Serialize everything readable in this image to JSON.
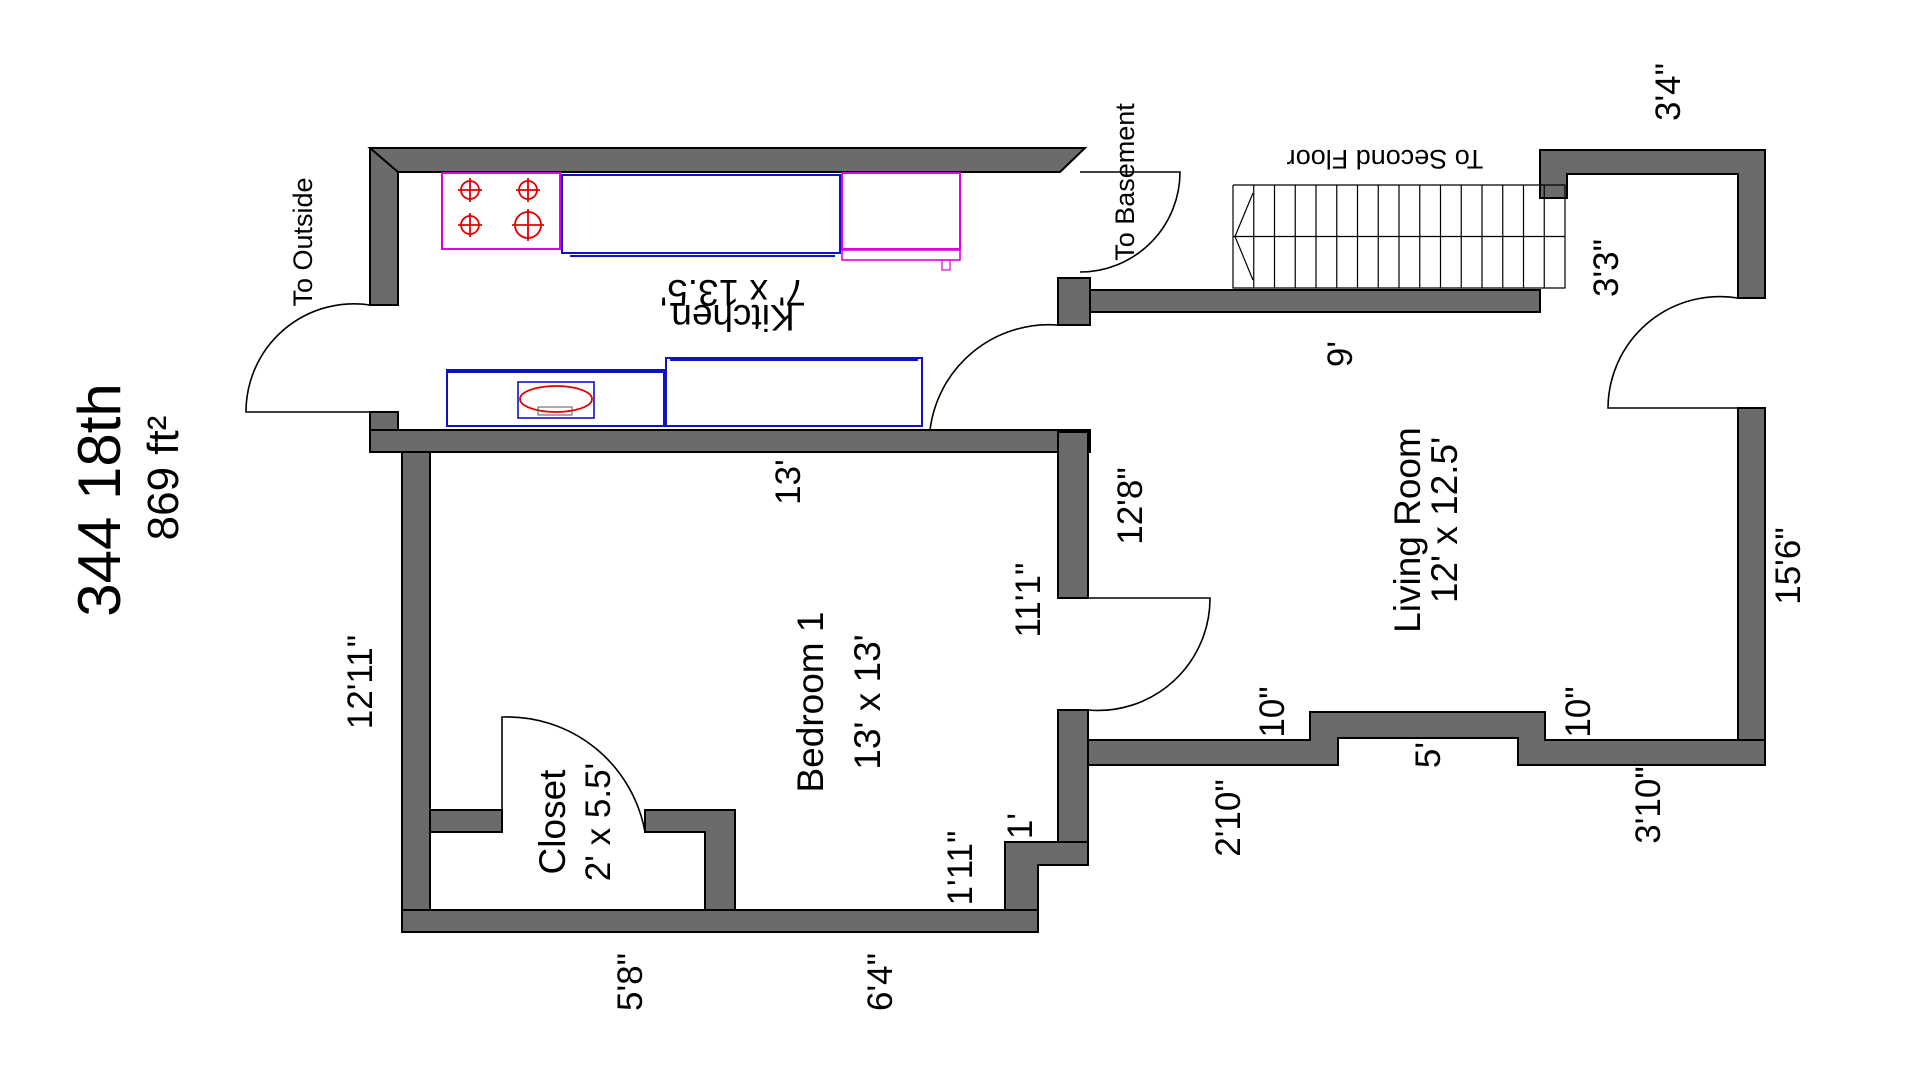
{
  "header": {
    "title": "344 18th",
    "area": "869 ft²"
  },
  "rooms": {
    "kitchen": {
      "name": "Kitchen",
      "size": "7' x 13.5'"
    },
    "living_room": {
      "name": "Living Room",
      "size": "12' x 12.5'"
    },
    "bedroom": {
      "name": "Bedroom 1",
      "size": "13' x 13'"
    },
    "closet": {
      "name": "Closet",
      "size": "2' x 5.5'"
    }
  },
  "notes": {
    "to_outside": "To Outside",
    "to_basement": "To Basement",
    "to_second_floor": "To Second Floor"
  },
  "dimensions": {
    "bedroom_left": "12'11\"",
    "bedroom_top": "13'",
    "closet_bottom": "5'8\"",
    "bedroom_bottom": "6'4\"",
    "bedroom_step": "1'11\"",
    "bedroom_notch": "1'",
    "bedroom_right_upper": "11'1\"",
    "living_left": "12'8\"",
    "kitchen_bottom": "9'",
    "stair_side": "3'3\"",
    "top_right": "3'4\"",
    "living_right": "15'6\"",
    "living_bottom_left": "2'10\"",
    "bay_left": "10\"",
    "bay_width": "5'",
    "bay_right": "10\"",
    "living_bottom_right": "3'10\""
  },
  "colors": {
    "wall": "#6b6b6b",
    "cabinet_blue": "#1010c8",
    "appliance_magenta": "#e000e0",
    "burner_red": "#e00000"
  }
}
